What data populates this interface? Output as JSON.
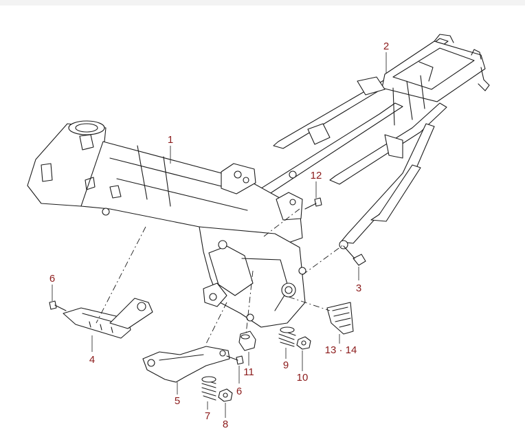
{
  "callouts": {
    "main_frame": "1",
    "rear_frame": "2",
    "rear_frame_bolt": "3",
    "footrest_bracket": "4",
    "footrest_bracket_bolt": "6",
    "pillion_bracket": "5",
    "pillion_bracket_bolt": "6",
    "spring_left": "7",
    "nut_left": "8",
    "spring_right": "9",
    "nut_right": "10",
    "bushing": "11",
    "upper_bolt": "12",
    "pad": "13 · 14"
  },
  "colors": {
    "callout_text": "#8b1a1a",
    "line": "#1a1a1a",
    "background": "#ffffff"
  }
}
